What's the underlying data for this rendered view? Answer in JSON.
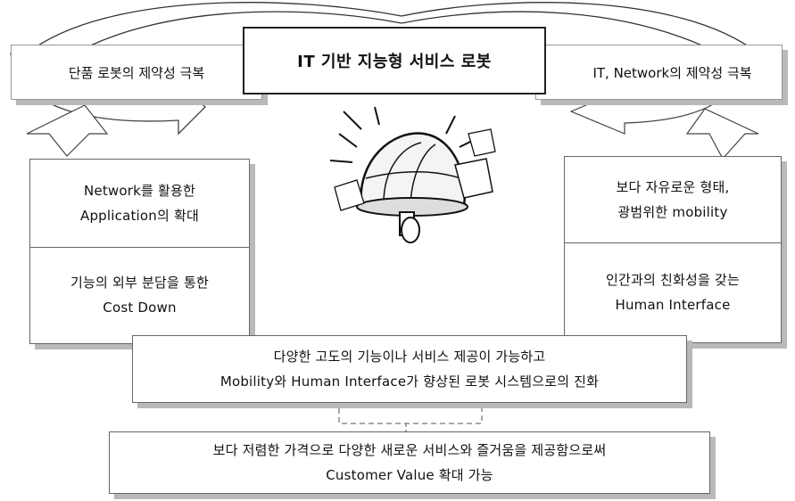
{
  "top_banner": {
    "center": "IT 기반 지능형 서비스 로봇",
    "left": "단품 로봇의 제약성 극복",
    "right": "IT, Network의 제약성 극복"
  },
  "left_box": {
    "line1": "Network를 활용한",
    "line2": "Application의 확대",
    "line3": "기능의 외부 분담을 통한",
    "line4": "Cost Down"
  },
  "right_box": {
    "line1": "보다 자유로운 형태,",
    "line2": "광범위한 mobility",
    "line3": "인간과의 친화성을 갖는",
    "line4": "Human Interface"
  },
  "middle_box": {
    "line1": "다양한 고도의 기능이나 서비스 제공이 가능하고",
    "line2": "Mobility와 Human Interface가 향상된 로봇 시스템으로의 진화"
  },
  "bottom_box": {
    "line1": "보다 저렴한 가격으로 다양한 새로운 서비스와 즐거움을 제공함으로써",
    "line2": "Customer Value 확대 가능"
  },
  "illustration": {
    "icon": "robot-sketch-icon"
  }
}
